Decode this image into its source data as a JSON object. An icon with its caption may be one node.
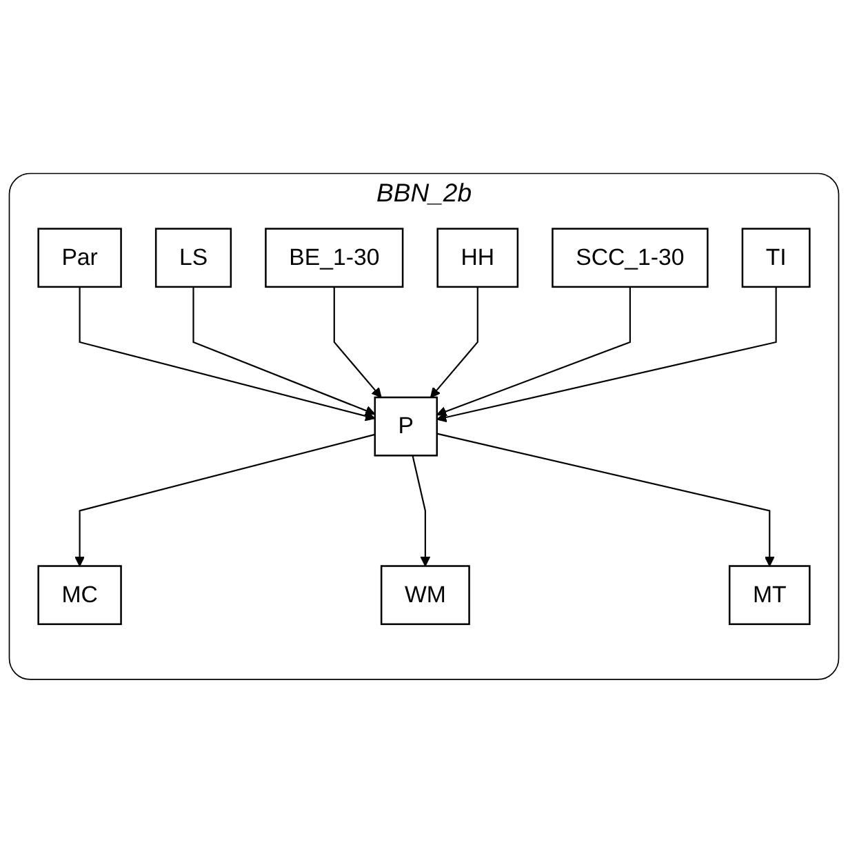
{
  "diagram": {
    "nodes": [
      {
        "text": [
          "BBN_2b"
        ]
      },
      {
        "text": [
          "Par"
        ],
        "in": 0
      },
      {
        "text": [
          "LS"
        ],
        "in": 0
      },
      {
        "text": [
          "BE_1-30"
        ],
        "in": 0
      },
      {
        "text": [
          "HH"
        ],
        "in": 0
      },
      {
        "text": [
          "SCC_1-30"
        ],
        "in": 0
      },
      {
        "text": [
          "TI"
        ],
        "in": 0
      },
      {
        "text": [
          "P"
        ],
        "in": 0
      },
      {
        "text": [
          "MC"
        ],
        "in": 0
      },
      {
        "text": [
          "WM"
        ],
        "in": 0
      },
      {
        "text": [
          "MT"
        ],
        "in": 0
      }
    ],
    "edges": [
      {
        "from": 1,
        "to": 7,
        "arrow": "to"
      },
      {
        "from": 2,
        "to": 7,
        "arrow": "to"
      },
      {
        "from": 3,
        "to": 7,
        "arrow": "to"
      },
      {
        "from": 4,
        "to": 7,
        "arrow": "to"
      },
      {
        "from": 5,
        "to": 7,
        "arrow": "to"
      },
      {
        "from": 6,
        "to": 7,
        "arrow": "to"
      },
      {
        "from": 7,
        "to": 8,
        "arrow": "to"
      },
      {
        "from": 7,
        "to": 9,
        "arrow": "to"
      },
      {
        "from": 7,
        "to": 10,
        "arrow": "to"
      }
    ]
  }
}
